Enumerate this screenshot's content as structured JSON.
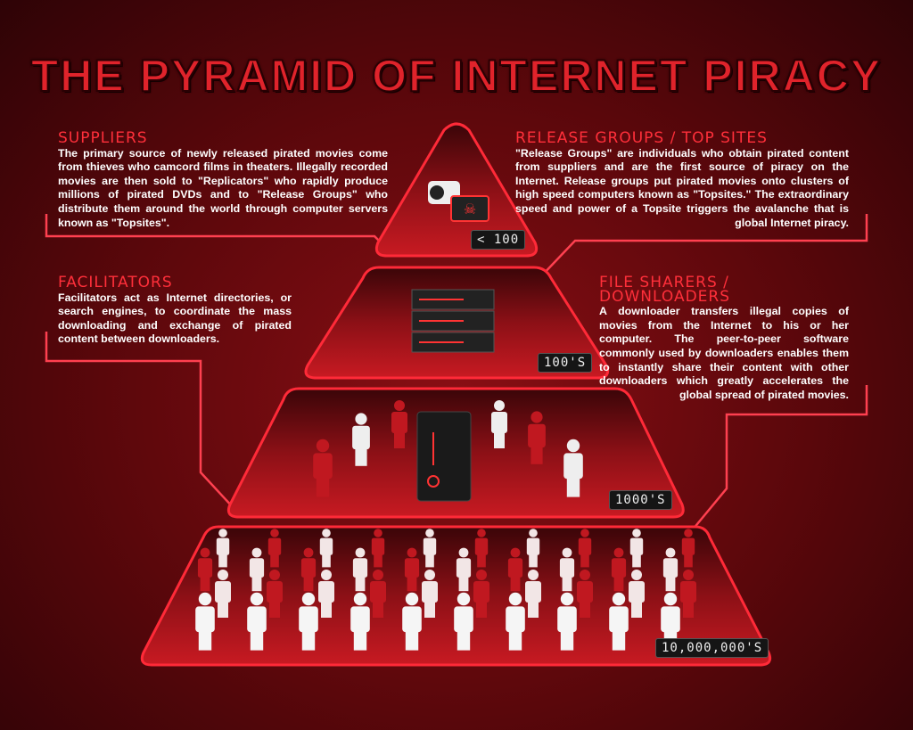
{
  "title": "THE PYRAMID OF INTERNET PIRACY",
  "sections": {
    "suppliers": {
      "heading": "SUPPLIERS",
      "text": "The primary source of newly released pirated movies come from thieves who camcord films in theaters.  Illegally recorded movies are then sold to \"Replicators\" who rapidly produce millions of pirated DVDs and to \"Release Groups\" who distribute them around the world through computer servers known as \"Topsites\"."
    },
    "release_groups": {
      "heading": "RELEASE GROUPS / TOP SITES",
      "text": "\"Release Groups\" are individuals who obtain pirated content from suppliers and are the first source of piracy on the Internet.  Release groups put pirated movies onto clusters of high speed computers known as \"Topsites.\" The extraordinary speed and power of a Topsite triggers the avalanche that is global Internet piracy."
    },
    "facilitators": {
      "heading": "FACILITATORS",
      "text": "Facilitators act as Internet directories, or search engines, to coordinate the mass downloading and exchange of pirated content between downloaders."
    },
    "file_sharers": {
      "heading": "FILE SHARERS / DOWNLOADERS",
      "text": "A downloader transfers illegal copies of movies from the Internet to his or her computer. The peer-to-peer software commonly used by downloaders enables them to instantly share their content with other downloaders which greatly accelerates the global spread of pirated movies."
    }
  },
  "tiers": [
    {
      "name": "suppliers",
      "count": "< 100"
    },
    {
      "name": "release-groups",
      "count": "100'S"
    },
    {
      "name": "facilitators",
      "count": "1000'S"
    },
    {
      "name": "file-sharers",
      "count": "10,000,000'S"
    }
  ],
  "colors": {
    "accent": "#e0232b",
    "line": "#ff4050",
    "background": "#5a070b"
  }
}
